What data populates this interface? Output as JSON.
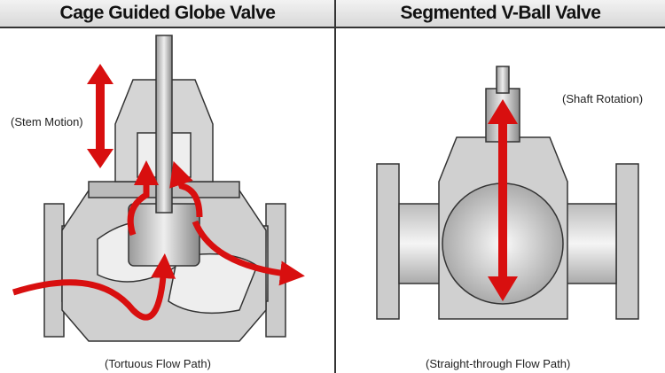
{
  "left_panel": {
    "title": "Cage Guided Globe Valve",
    "stem_label": "(Stem Motion)",
    "flow_label": "(Tortuous Flow Path)"
  },
  "right_panel": {
    "title": "Segmented V-Ball Valve",
    "shaft_label": "(Shaft Rotation)",
    "flow_label": "(Straight-through Flow Path)"
  },
  "colors": {
    "arrow": "#d80f0f",
    "metal": "#c8c8c8",
    "outline": "#333333"
  }
}
